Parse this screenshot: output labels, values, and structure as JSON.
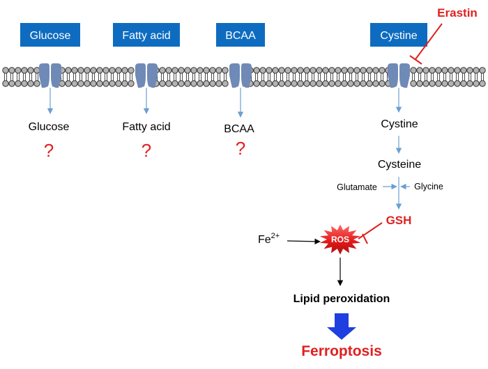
{
  "transporters": [
    {
      "box_label": "Glucose",
      "inside_label": "Glucose",
      "marker": "?"
    },
    {
      "box_label": "Fatty acid",
      "inside_label": "Fatty acid",
      "marker": "?"
    },
    {
      "box_label": "BCAA",
      "inside_label": "BCAA",
      "marker": "?"
    },
    {
      "box_label": "Cystine",
      "inside_label": "Cystine",
      "marker": ""
    }
  ],
  "inhibitors": {
    "erastin": "Erastin",
    "gsh": "GSH"
  },
  "pathway": {
    "cysteine": "Cysteine",
    "glutamate": "Glutamate",
    "glycine": "Glycine",
    "fe_base": "Fe",
    "fe_sup": "2+",
    "ros": "ROS",
    "lipid_peroxidation": "Lipid peroxidation",
    "ferroptosis": "Ferroptosis"
  },
  "colors": {
    "box_fill": "#0e6cc0",
    "inhibitor_red": "#e02020",
    "arrow_blue": "#6a9fd0",
    "membrane_head": "#b3b3b3",
    "channel": "#6f8ab6",
    "big_arrow": "#1f3fe0"
  }
}
